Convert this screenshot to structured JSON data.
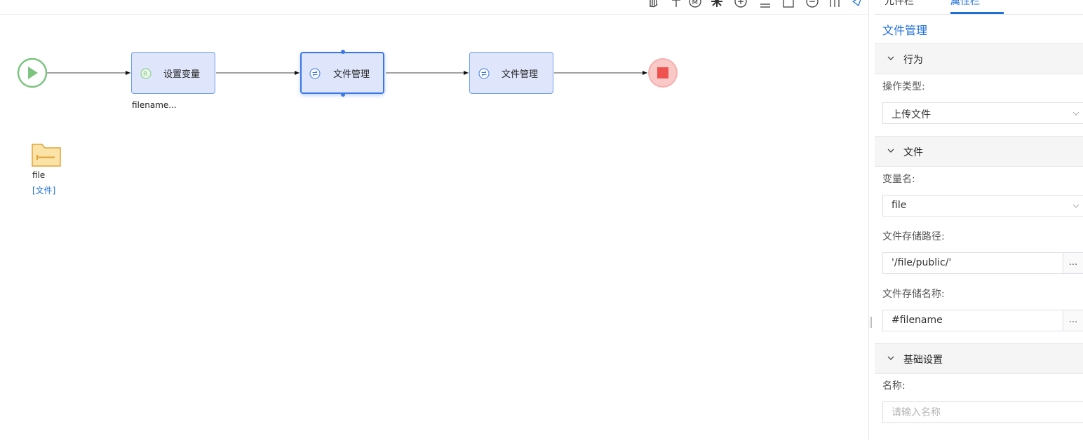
{
  "canvas": {
    "nodes": [
      {
        "label": "设置变量",
        "caption": "filename..."
      },
      {
        "label": "文件管理"
      },
      {
        "label": "文件管理"
      }
    ],
    "variable": {
      "name": "file",
      "type": "[文件]"
    }
  },
  "panel": {
    "tabs": [
      "元件栏",
      "属性栏"
    ],
    "active_tab": "属性栏",
    "title": "文件管理",
    "sections": {
      "behavior": {
        "title": "行为",
        "op_label": "操作类型:",
        "op_value": "上传文件"
      },
      "file": {
        "title": "文件",
        "var_label": "变量名:",
        "var_value": "file",
        "path_label": "文件存储路径:",
        "path_value": "'/file/public/'",
        "name_label": "文件存储名称:",
        "name_value": "#filename",
        "more_button": "..."
      },
      "basic": {
        "title": "基础设置",
        "name_label": "名称:",
        "name_placeholder": "请输入名称"
      }
    }
  },
  "colors": {
    "accent": "#1e6fd9",
    "start": "#7cc47f",
    "end": "#ef5350",
    "node_fill": "#dfe6fb",
    "folder": "#f2b84b"
  }
}
